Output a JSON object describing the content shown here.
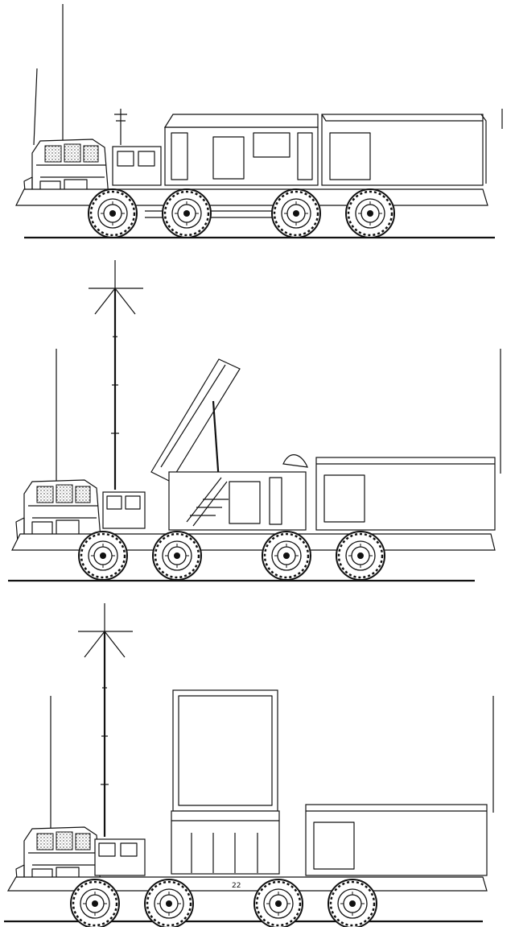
{
  "views": [
    {
      "id": "view-transport",
      "mode": "stowed",
      "antenna_mast": false,
      "launcher_raised": false,
      "radar_raised": false,
      "axles": 4
    },
    {
      "id": "view-launch",
      "mode": "launcher-raised",
      "antenna_mast": true,
      "launcher_raised": true,
      "radar_raised": false,
      "axles": 4
    },
    {
      "id": "view-radar",
      "mode": "radar-raised",
      "antenna_mast": true,
      "launcher_raised": false,
      "radar_raised": true,
      "axles": 4
    }
  ],
  "colors": {
    "line": "#111111",
    "background": "#ffffff"
  },
  "plate_text": "22"
}
